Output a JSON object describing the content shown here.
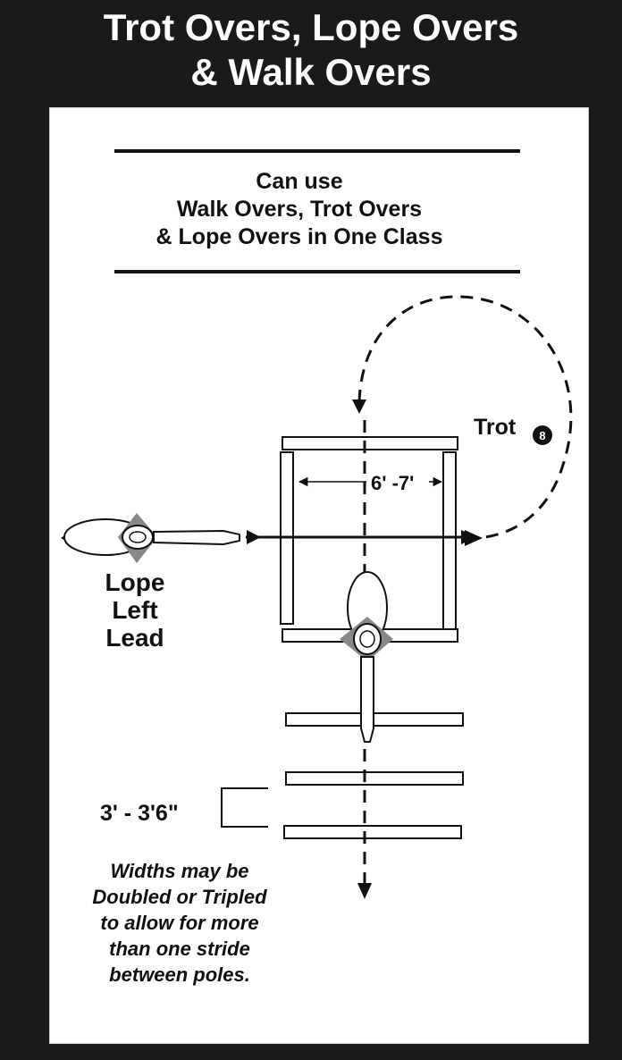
{
  "title_line1": "Trot Overs, Lope Overs",
  "title_line2": "& Walk Overs",
  "intro_line1": "Can use",
  "intro_line2": "Walk Overs, Trot Overs",
  "intro_line3": "& Lope Overs in One Class",
  "trot_label": "Trot",
  "trot_badge": "8",
  "width_label": "6' -7'",
  "lope_line1": "Lope",
  "lope_line2": "Left",
  "lope_line3": "Lead",
  "spacing_label": "3' - 3'6\"",
  "note_line1": "Widths may be",
  "note_line2": "Doubled or Tripled",
  "note_line3": "to allow for more",
  "note_line4": "than one stride",
  "note_line5": "between poles."
}
